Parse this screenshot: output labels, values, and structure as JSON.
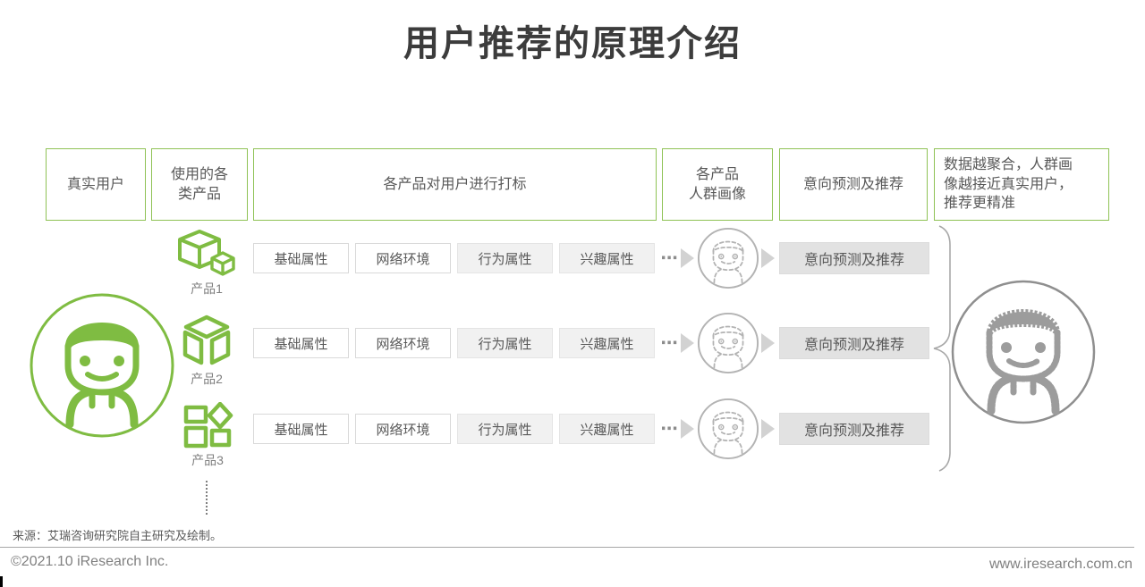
{
  "title": "用户推荐的原理介绍",
  "header": {
    "real_user": "真实用户",
    "products_used": "使用的各\n类产品",
    "tagging": "各产品对用户进行打标",
    "portrait": "各产品\n人群画像",
    "intent": "意向预测及推荐",
    "note": "数据越聚合，人群画\n像越接近真实用户，\n推荐更精准"
  },
  "flow": {
    "products": [
      {
        "label": "产品1",
        "icon": "double-cube-icon"
      },
      {
        "label": "产品2",
        "icon": "cube-icon"
      },
      {
        "label": "产品3",
        "icon": "app-grid-icon"
      }
    ],
    "attributes": [
      "基础属性",
      "网络环境",
      "行为属性",
      "兴趣属性"
    ],
    "ellipsis": "⋯",
    "action": "意向预测及推荐"
  },
  "colors": {
    "brand_green": "#7fbc42",
    "green_border": "#8fc255",
    "gray_line": "#a6a6a6",
    "text_gray": "#595959",
    "fill_gray": "#9c9c9c"
  },
  "footer": {
    "source": "来源：艾瑞咨询研究院自主研究及绘制。",
    "copyright": "©2021.10 iResearch Inc.",
    "website": "www.iresearch.com.cn"
  }
}
